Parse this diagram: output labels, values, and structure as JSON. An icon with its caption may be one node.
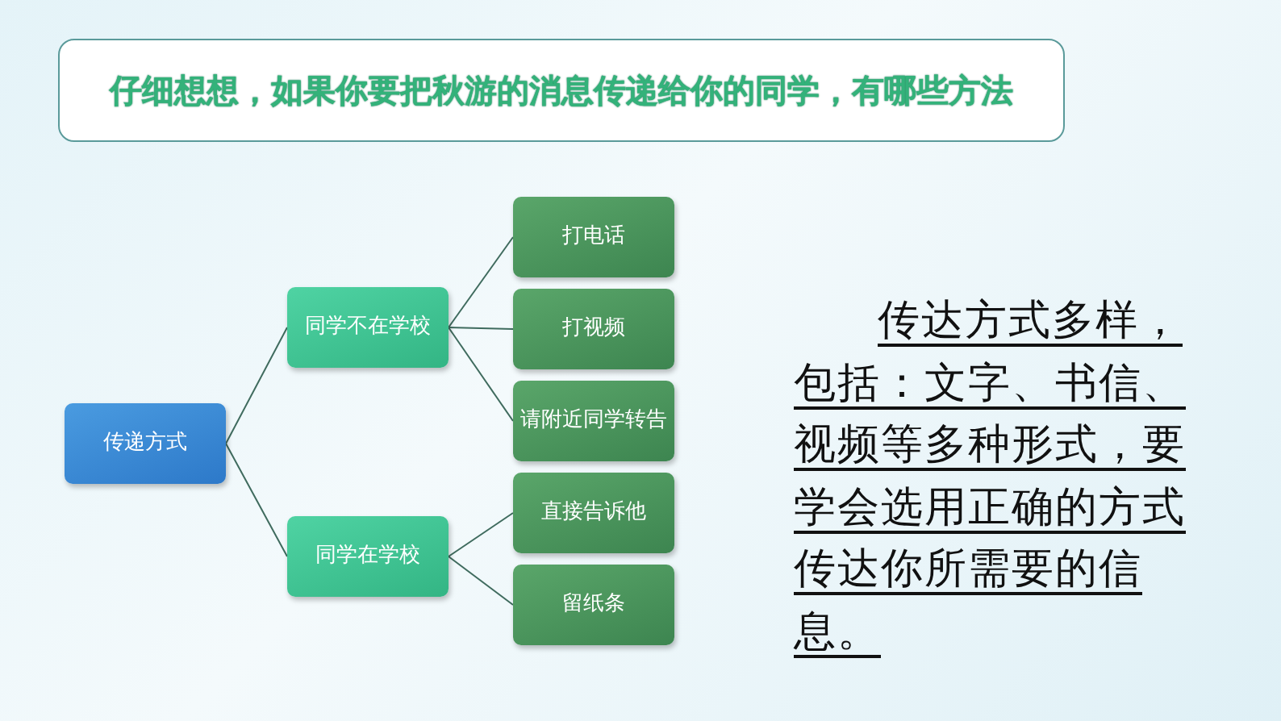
{
  "diagram": {
    "title": "仔细想想，如果你要把秋游的消息传递给你的同学，有哪些方法",
    "nodes": [
      {
        "text": [
          "传递方式"
        ]
      },
      {
        "text": [
          "同学不在学校"
        ]
      },
      {
        "text": [
          "同学在学校"
        ]
      },
      {
        "text": [
          "打电话"
        ]
      },
      {
        "text": [
          "打视频"
        ]
      },
      {
        "text": [
          "请附近同学转告"
        ]
      },
      {
        "text": [
          "直接告诉他"
        ]
      },
      {
        "text": [
          "留纸条"
        ]
      }
    ],
    "edges": [
      {
        "from": 0,
        "to": 1,
        "arrow": "none"
      },
      {
        "from": 0,
        "to": 2,
        "arrow": "none"
      },
      {
        "from": 1,
        "to": 3,
        "arrow": "none"
      },
      {
        "from": 1,
        "to": 4,
        "arrow": "none"
      },
      {
        "from": 1,
        "to": 5,
        "arrow": "none"
      },
      {
        "from": 2,
        "to": 6,
        "arrow": "none"
      },
      {
        "from": 2,
        "to": 7,
        "arrow": "none"
      }
    ],
    "labels": [
      "传达方式多样，包括：文字、书信、视频等多种形式，要学会选用正确的方式传达你所需要的信息。"
    ]
  }
}
